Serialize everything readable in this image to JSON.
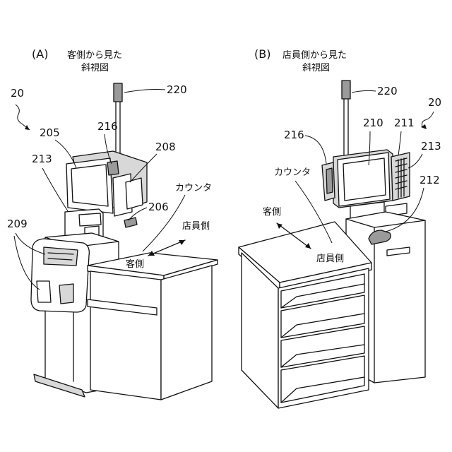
{
  "panels": [
    {
      "id": "A",
      "label": "(A)",
      "caption_line1": "客側から見た",
      "caption_line2": "斜視図",
      "refs": [
        "20",
        "205",
        "216",
        "208",
        "213",
        "206",
        "209",
        "220"
      ],
      "counter_label": "カウンタ",
      "staff_side_label": "店員側",
      "customer_side_label": "客側"
    },
    {
      "id": "B",
      "label": "(B)",
      "caption_line1": "店員側から見た",
      "caption_line2": "斜視図",
      "refs": [
        "220",
        "20",
        "216",
        "210",
        "211",
        "213",
        "212"
      ],
      "counter_label": "カウンタ",
      "customer_side_label": "客側",
      "staff_side_label": "店員側"
    }
  ]
}
